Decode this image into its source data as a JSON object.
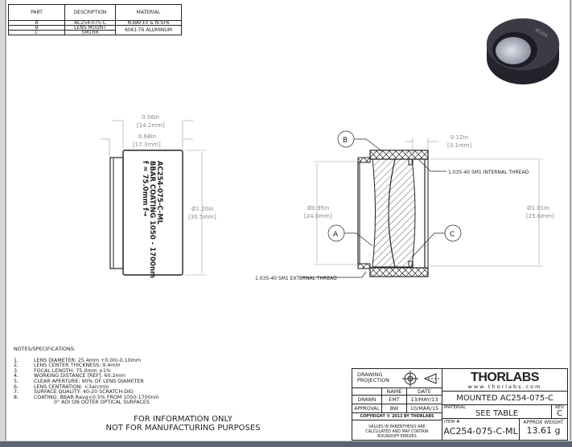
{
  "parts_table": {
    "headers": [
      "PART",
      "DESCRIPTION",
      "MATERIAL"
    ],
    "rows": [
      {
        "part": "A",
        "description": "AC254-075-C",
        "material": "N-BAF10 & N-SF6"
      },
      {
        "part": "B",
        "description": "LENS MOUNT",
        "material": "6061-T6 ALUMINUM"
      },
      {
        "part": "C",
        "description": "SM1RR",
        "material": ""
      }
    ]
  },
  "side_view": {
    "dim_length_in": "0.56in",
    "dim_length_mm": "[14.2mm]",
    "dim_total_in": "0.68in",
    "dim_total_mm": "[17.3mm]",
    "dim_diameter_in": "Ø1.20in",
    "dim_diameter_mm": "[30.5mm]",
    "engraving": [
      "AC254-075-C-ML",
      "BBAR COATING 1050 - 1700nm",
      "f = 75.0mm f→"
    ]
  },
  "section_view": {
    "balloons": [
      "A",
      "B",
      "C"
    ],
    "dim_thread_in": "0.12in",
    "dim_thread_mm": "[3.1mm]",
    "dim_inner_in": "Ø0.95in",
    "dim_inner_mm": "[24.0mm]",
    "dim_outer_in": "Ø1.01in",
    "dim_outer_mm": "[25.6mm]",
    "internal_thread": "1.035-40 SM1 INTERNAL THREAD",
    "external_thread": "1.035-40 SM1 EXTERNAL THREAD"
  },
  "notes": {
    "title": "NOTES/SPECIFICATIONS:",
    "items": [
      {
        "num": "1.",
        "text": "LENS DIAMETER: 25.4mm +0.00/-0.10mm"
      },
      {
        "num": "2.",
        "text": "LENS CENTER THICKNESS: 9.4mm"
      },
      {
        "num": "3.",
        "text": "FOCAL LENGTH: 75.0mm ±1%"
      },
      {
        "num": "4.",
        "text": "WORKING DISTANCE [REF]: 60.2mm"
      },
      {
        "num": "5.",
        "text": "CLEAR APERTURE: 90% OF LENS DIAMETER"
      },
      {
        "num": "6.",
        "text": "LENS CENTRATION: <3arcmin"
      },
      {
        "num": "7.",
        "text": "SURFACE QUALITY: 40-20 SCRATCH-DIG"
      },
      {
        "num": "8.",
        "text": "COATING: BBAR Ravg<0.5% FROM  1050-1700nm"
      }
    ],
    "continuation": "0° AOI ON OUTER OPTICAL SURFACES"
  },
  "disclaimer": [
    "FOR INFORMATION ONLY",
    "NOT FOR MANUFACTURING PURPOSES"
  ],
  "title_block": {
    "projection_label": "DRAWING PROJECTION",
    "name_header": "NAME",
    "date_header": "DATE",
    "drawn_label": "DRAWN",
    "drawn_name": "EMT",
    "drawn_date": "13/MAY/13",
    "approval_label": "APPROVAL",
    "approval_name": "BW",
    "approval_date": "10/MAR/15",
    "copyright": "COPYRIGHT © 2013 BY THORLABS",
    "values_note": "VALUES IN PARENTHESIS ARE CALCULATED AND MAY CONTAIN ROUNDOFF ERRORS",
    "logo": "THORLABS",
    "website": "www.thorlabs.com",
    "title": "MOUNTED AC254-075-C",
    "material_label": "MATERIAL",
    "material_value": "SEE TABLE",
    "rev_label": "REV",
    "rev_value": "C",
    "item_label": "ITEM #",
    "item_value": "AC254-075-C-ML",
    "weight_label": "APPROX WEIGHT",
    "weight_value": "13.61 g"
  }
}
